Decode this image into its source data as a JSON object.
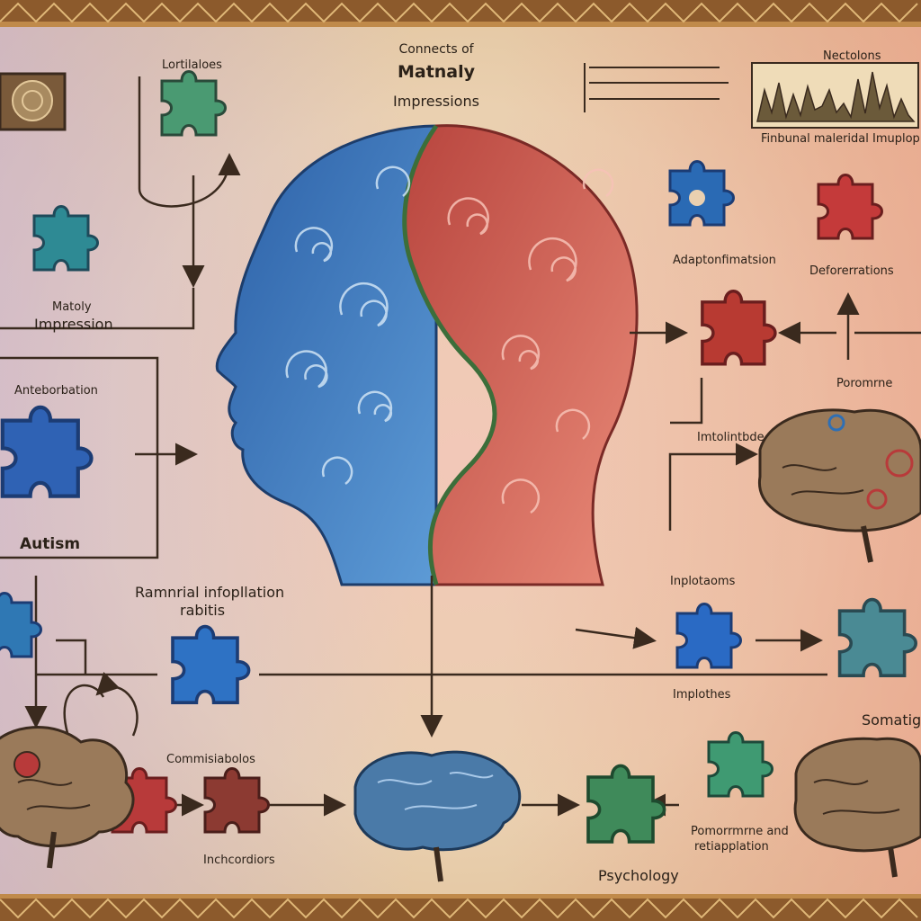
{
  "title": {
    "top": "Connects of",
    "main": "Matnaly",
    "sub": "Impressions"
  },
  "labels": {
    "top_left": "Lortilaloes",
    "top_right": "Nectolons",
    "chart_caption": "Finbunal maleridal Imuplop",
    "left_puzzle_top": "Matoly",
    "left_puzzle_bottom": "Impression",
    "left_box_title": "Anteborbation",
    "autism": "Autism",
    "central_line1": "Ramnrial infopllation",
    "central_line2": "rabitis",
    "comm": "Commisiabolos",
    "infection": "Inchcordiors",
    "psychology": "Psychology",
    "adaptation": "Adaptonfimatsion",
    "deformations": "Deforerrations",
    "porome": "Poromrne",
    "imploment": "Imtolintbde",
    "implotations": "Inplotaoms",
    "implosions": "Implothes",
    "somatic": "Somatig",
    "bottom_right_line1": "Pomorrmrne and",
    "bottom_right_line2": "retiapplation"
  },
  "colors": {
    "parchment": "#e9d3ad",
    "ink": "#3a2a1e",
    "blue": "#2f6fb4",
    "teal": "#3f8f94",
    "red": "#b83a3a",
    "green": "#3f8a5a",
    "brain": "#9a7a5a"
  },
  "icons": [
    "puzzle-icon",
    "brain-icon",
    "head-icon",
    "arrow-icon"
  ]
}
